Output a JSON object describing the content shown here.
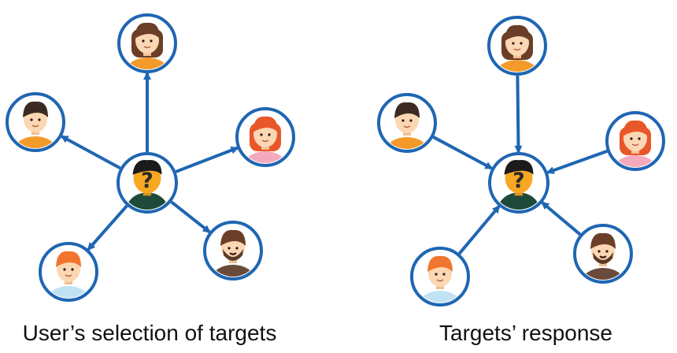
{
  "colors": {
    "ring": "#1f66b3",
    "arrow": "#1f66b3",
    "skin": "#fcd7b3",
    "skin_shadow": "#f3bf93",
    "hair_brown": "#6b3f27",
    "hair_dark": "#3d2b23",
    "hair_red": "#e8572a",
    "hair_orange": "#f0752f",
    "shirt_orange": "#f39a2b",
    "shirt_pink": "#f4a9bd",
    "shirt_blue": "#bfe3f5",
    "shirt_brown": "#6a4a3a",
    "unknown_face": "#f7a823",
    "unknown_body": "#1e4a3a",
    "question_mark": "#2a2a2a"
  },
  "panels": [
    {
      "name": "selection",
      "caption": "User’s selection of targets",
      "center": {
        "avatar": "unknown-user",
        "symbol": "?"
      },
      "arrow_direction": "outward",
      "targets": [
        {
          "avatar": "woman-brown-hair",
          "position": "top"
        },
        {
          "avatar": "man-dark-hair",
          "position": "upper-left"
        },
        {
          "avatar": "woman-red-hair",
          "position": "upper-right"
        },
        {
          "avatar": "boy-orange-hair",
          "position": "lower-left"
        },
        {
          "avatar": "man-beard",
          "position": "lower-right"
        }
      ]
    },
    {
      "name": "response",
      "caption": "Targets’ response",
      "center": {
        "avatar": "unknown-user",
        "symbol": "?"
      },
      "arrow_direction": "inward",
      "targets": [
        {
          "avatar": "woman-brown-hair",
          "position": "top"
        },
        {
          "avatar": "man-dark-hair",
          "position": "upper-left"
        },
        {
          "avatar": "woman-red-hair",
          "position": "upper-right"
        },
        {
          "avatar": "boy-orange-hair",
          "position": "lower-left"
        },
        {
          "avatar": "man-beard",
          "position": "lower-right"
        }
      ]
    }
  ]
}
